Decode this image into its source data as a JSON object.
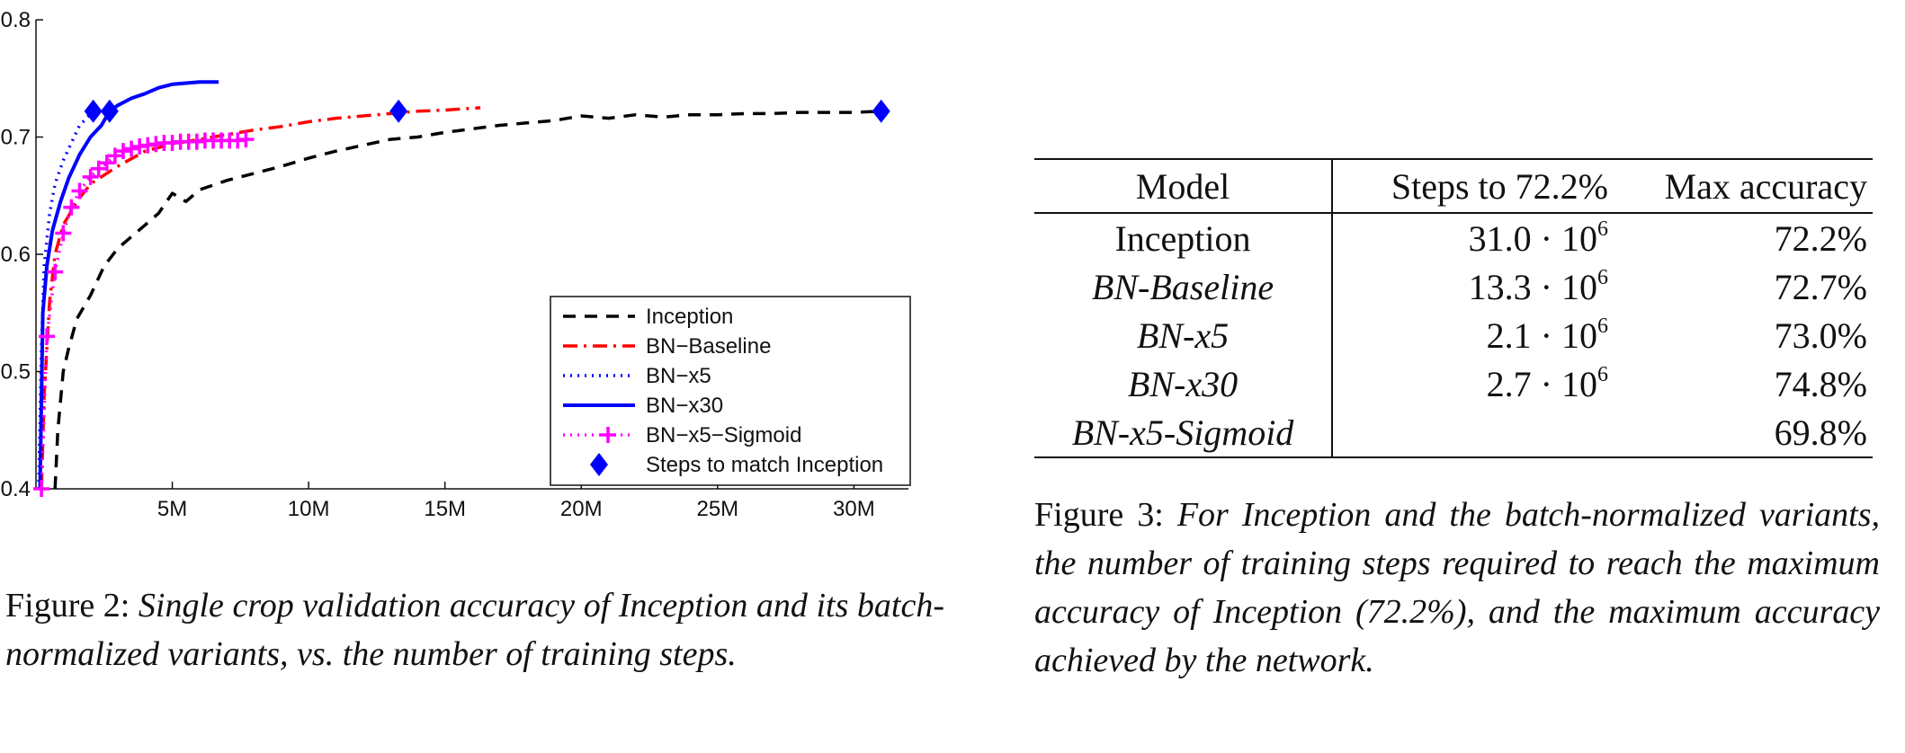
{
  "chart_data": {
    "type": "line",
    "xlim": [
      0,
      32000000
    ],
    "ylim": [
      0.4,
      0.8
    ],
    "x_ticks": [
      {
        "value": 5000000,
        "label": "5M"
      },
      {
        "value": 10000000,
        "label": "10M"
      },
      {
        "value": 15000000,
        "label": "15M"
      },
      {
        "value": 20000000,
        "label": "20M"
      },
      {
        "value": 25000000,
        "label": "25M"
      },
      {
        "value": 30000000,
        "label": "30M"
      }
    ],
    "y_ticks": [
      {
        "value": 0.4,
        "label": "0.4"
      },
      {
        "value": 0.5,
        "label": "0.5"
      },
      {
        "value": 0.6,
        "label": "0.6"
      },
      {
        "value": 0.7,
        "label": "0.7"
      },
      {
        "value": 0.8,
        "label": "0.8"
      }
    ],
    "grid": false,
    "legend_position": "bottom-right",
    "series": [
      {
        "name": "Inception",
        "color": "#000000",
        "style": "dashed",
        "x": [
          700000,
          800000,
          1000000,
          1200000,
          1500000,
          2000000,
          2500000,
          3000000,
          3500000,
          4000000,
          4500000,
          5000000,
          5500000,
          6000000,
          7000000,
          8000000,
          9000000,
          10000000,
          11000000,
          12000000,
          13000000,
          14000000,
          15000000,
          16000000,
          17000000,
          18000000,
          19000000,
          20000000,
          21000000,
          22000000,
          23000000,
          24000000,
          25000000,
          26000000,
          27000000,
          28000000,
          29000000,
          30000000,
          31000000
        ],
        "y": [
          0.4,
          0.45,
          0.5,
          0.52,
          0.545,
          0.565,
          0.59,
          0.605,
          0.615,
          0.625,
          0.635,
          0.652,
          0.645,
          0.655,
          0.663,
          0.669,
          0.675,
          0.682,
          0.688,
          0.693,
          0.698,
          0.7,
          0.704,
          0.707,
          0.71,
          0.712,
          0.714,
          0.718,
          0.716,
          0.719,
          0.717,
          0.719,
          0.719,
          0.72,
          0.72,
          0.721,
          0.721,
          0.721,
          0.722
        ]
      },
      {
        "name": "BN−Baseline",
        "color": "#ff0000",
        "style": "dashdot",
        "x": [
          200000,
          300000,
          500000,
          700000,
          1000000,
          1500000,
          2000000,
          3000000,
          4000000,
          5000000,
          6000000,
          7000000,
          8000000,
          9000000,
          10000000,
          11000000,
          12000000,
          13000000,
          14000000,
          15000000,
          16300000
        ],
        "y": [
          0.4,
          0.48,
          0.56,
          0.6,
          0.625,
          0.645,
          0.66,
          0.675,
          0.688,
          0.694,
          0.698,
          0.702,
          0.706,
          0.709,
          0.713,
          0.716,
          0.718,
          0.72,
          0.722,
          0.723,
          0.725
        ]
      },
      {
        "name": "BN−x5",
        "color": "#0000ff",
        "style": "dotted",
        "x": [
          100000,
          200000,
          300000,
          500000,
          700000,
          1000000,
          1300000,
          1600000,
          2100000
        ],
        "y": [
          0.4,
          0.52,
          0.59,
          0.635,
          0.66,
          0.68,
          0.695,
          0.71,
          0.722
        ]
      },
      {
        "name": "BN−x30",
        "color": "#0000ff",
        "style": "solid",
        "x": [
          150000,
          250000,
          400000,
          600000,
          900000,
          1200000,
          1600000,
          2000000,
          2400000,
          2700000,
          3000000,
          3500000,
          4000000,
          4500000,
          5000000,
          5500000,
          6000000,
          6700000
        ],
        "y": [
          0.4,
          0.55,
          0.59,
          0.62,
          0.645,
          0.665,
          0.685,
          0.7,
          0.71,
          0.722,
          0.727,
          0.733,
          0.737,
          0.742,
          0.745,
          0.746,
          0.747,
          0.747
        ]
      },
      {
        "name": "BN−x5−Sigmoid",
        "color": "#ff00ff",
        "style": "dotted-plus",
        "x": [
          200000,
          400000,
          700000,
          1000000,
          1300000,
          1600000,
          2000000,
          2300000,
          2600000,
          2900000,
          3200000,
          3500000,
          3800000,
          4100000,
          4400000,
          4700000,
          5000000,
          5300000,
          5600000,
          5900000,
          6200000,
          6500000,
          6800000,
          7100000,
          7400000,
          7700000
        ],
        "y": [
          0.4,
          0.53,
          0.585,
          0.618,
          0.64,
          0.654,
          0.666,
          0.673,
          0.678,
          0.684,
          0.688,
          0.69,
          0.692,
          0.693,
          0.694,
          0.695,
          0.695,
          0.696,
          0.696,
          0.696,
          0.697,
          0.697,
          0.697,
          0.697,
          0.697,
          0.698
        ]
      },
      {
        "name": "Steps to match Inception",
        "color": "#0000ff",
        "style": "diamond-marker",
        "x": [
          2100000,
          2700000,
          13300000,
          31000000
        ],
        "y": [
          0.722,
          0.722,
          0.722,
          0.722
        ]
      }
    ]
  },
  "figure2": {
    "label": "Figure 2:",
    "text": "Single crop validation accuracy of Inception and its batch-normalized variants, vs.  the number of training steps."
  },
  "table": {
    "headers": [
      "Model",
      "Steps to 72.2%",
      "Max accuracy"
    ],
    "rows": [
      {
        "model": "Inception",
        "steps_mantissa": "31.0",
        "steps_exp": "6",
        "max_accuracy": "72.2%"
      },
      {
        "model": "BN-Baseline",
        "steps_mantissa": "13.3",
        "steps_exp": "6",
        "max_accuracy": "72.7%"
      },
      {
        "model": "BN-x5",
        "steps_mantissa": "2.1",
        "steps_exp": "6",
        "max_accuracy": "73.0%"
      },
      {
        "model": "BN-x30",
        "steps_mantissa": "2.7",
        "steps_exp": "6",
        "max_accuracy": "74.8%"
      },
      {
        "model": "BN-x5-Sigmoid",
        "steps_mantissa": "",
        "steps_exp": "",
        "max_accuracy": "69.8%"
      }
    ]
  },
  "figure3": {
    "label": "Figure 3:",
    "text": "For Inception and the batch-normalized variants, the number of training steps required to reach the maximum accuracy of Inception (72.2%), and the maximum accuracy achieved by the network."
  }
}
